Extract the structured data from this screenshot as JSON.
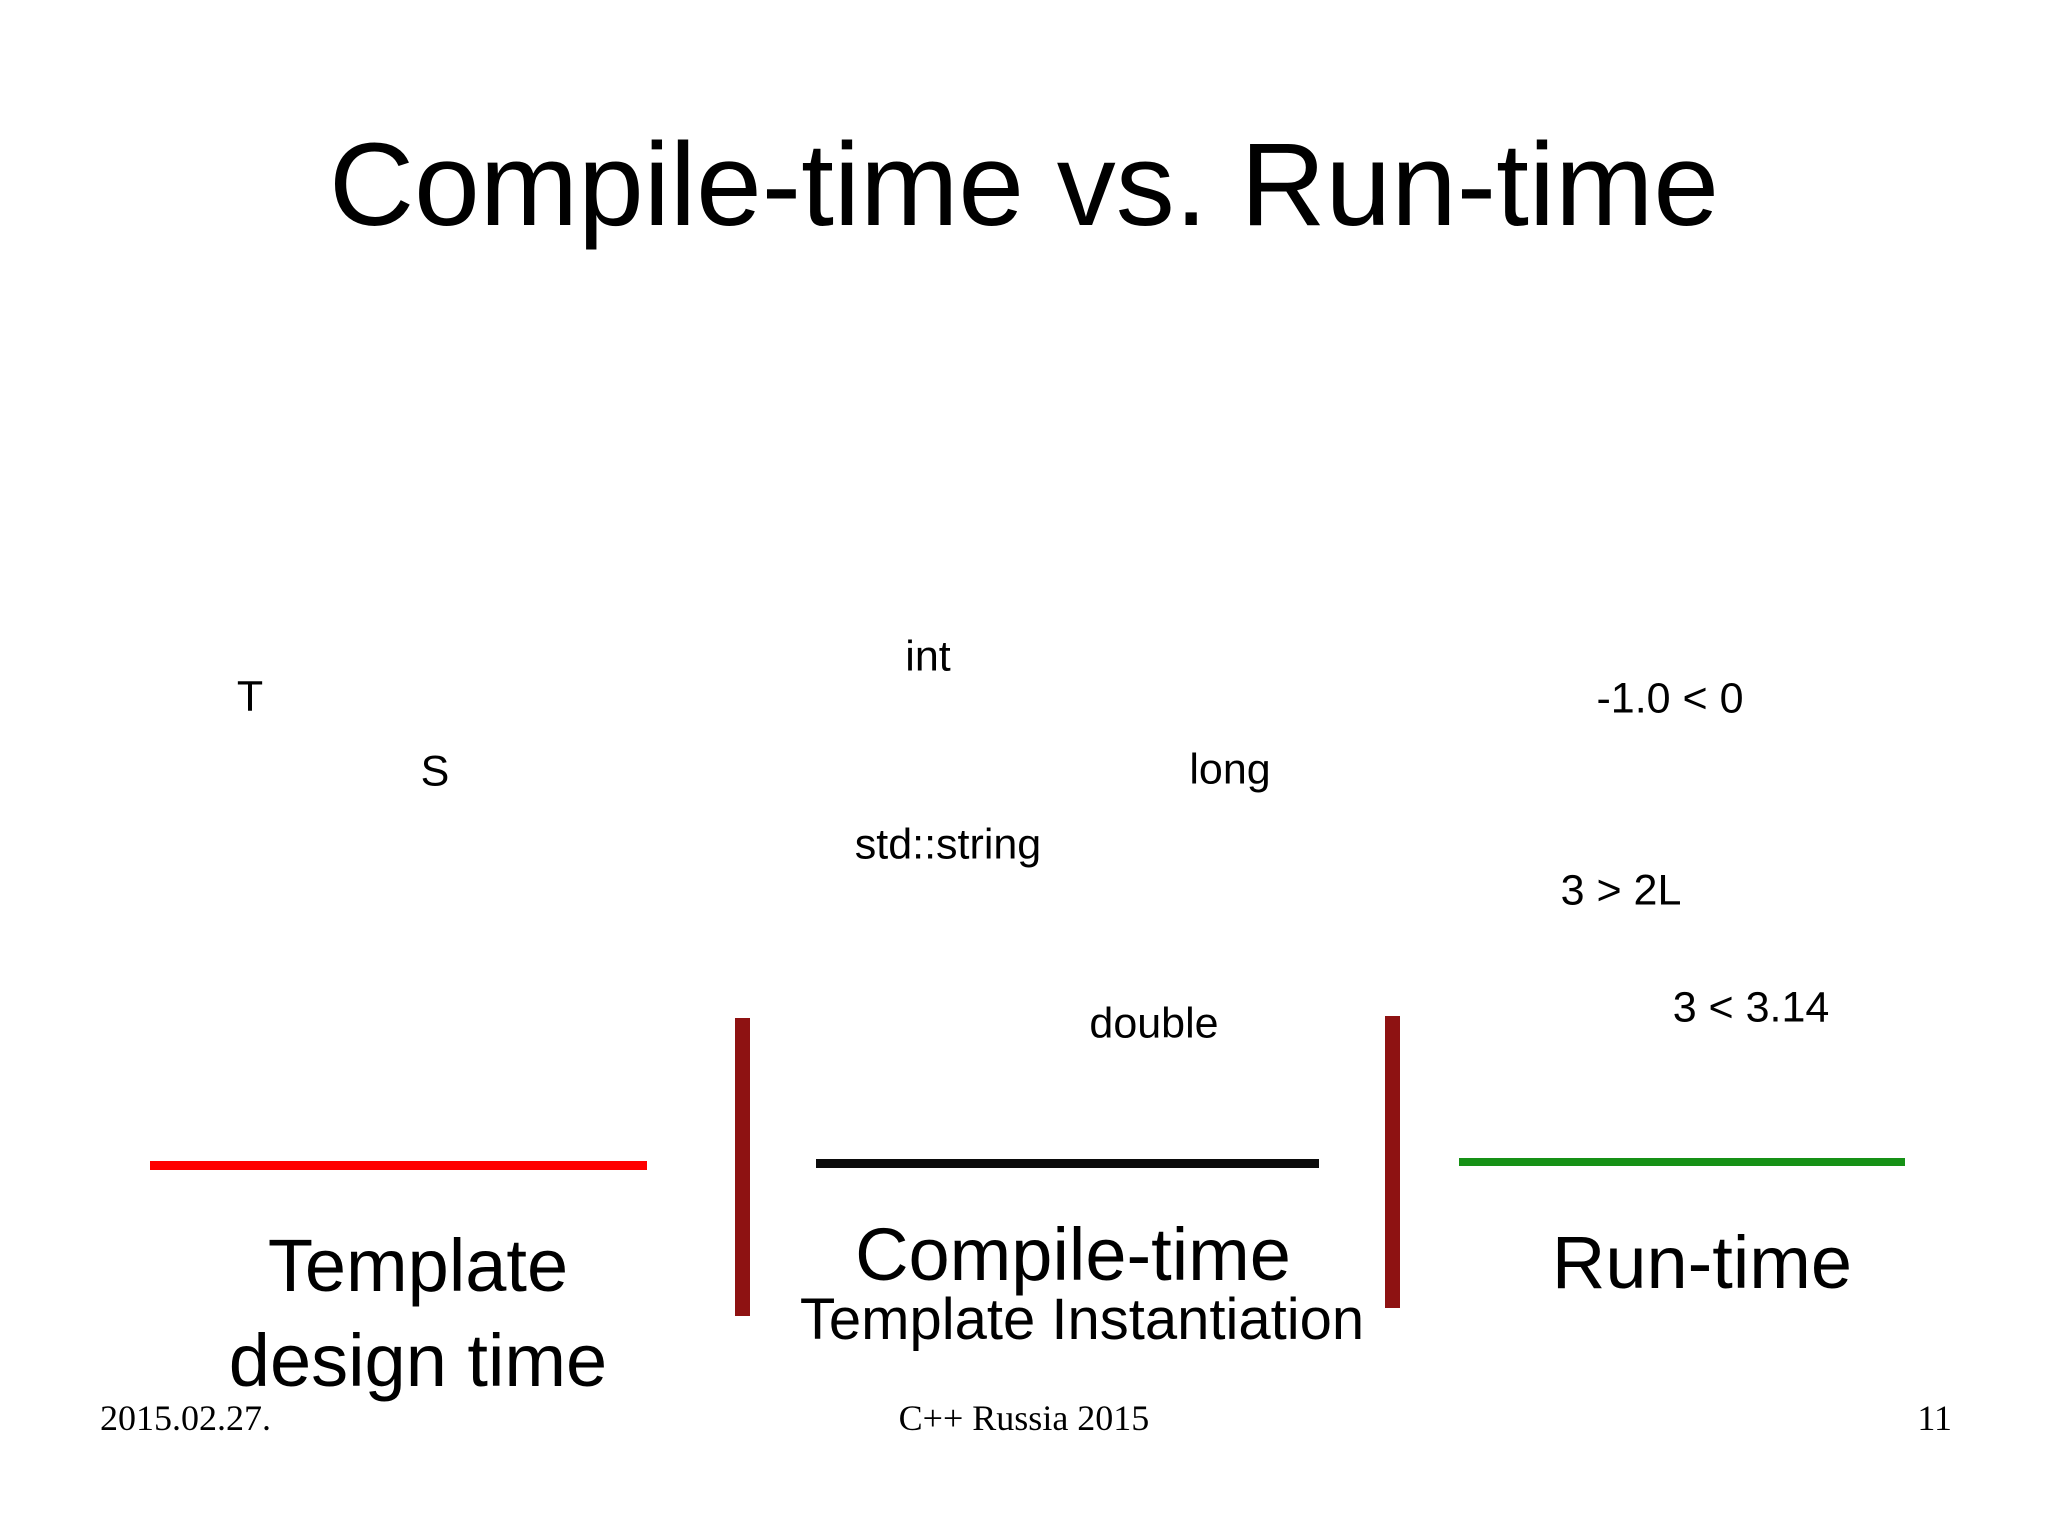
{
  "slide": {
    "title": "Compile-time vs. Run-time",
    "phases": {
      "design": {
        "name": "Template design time",
        "label_line1": "Template",
        "label_line2": "design time",
        "line_color": "#ff0000",
        "examples": {
          "t": "T",
          "s": "S"
        }
      },
      "compile": {
        "name": "Compile-time (Template Instantiation)",
        "label": "Compile-time",
        "sublabel": "Template Instantiation",
        "line_color": "#0b0b0b",
        "examples": {
          "int": "int",
          "long": "long",
          "string": "std::string",
          "double": "double"
        }
      },
      "run": {
        "name": "Run-time",
        "label": "Run-time",
        "line_color": "#169116",
        "examples": {
          "neg_compare": "-1.0 < 0",
          "gt_compare": "3 > 2L",
          "lt_compare": "3 < 3.14"
        }
      }
    },
    "divider_color": "#8e1212",
    "footer": {
      "date": "2015.02.27.",
      "event": "C++ Russia 2015",
      "page_number": "11"
    }
  }
}
